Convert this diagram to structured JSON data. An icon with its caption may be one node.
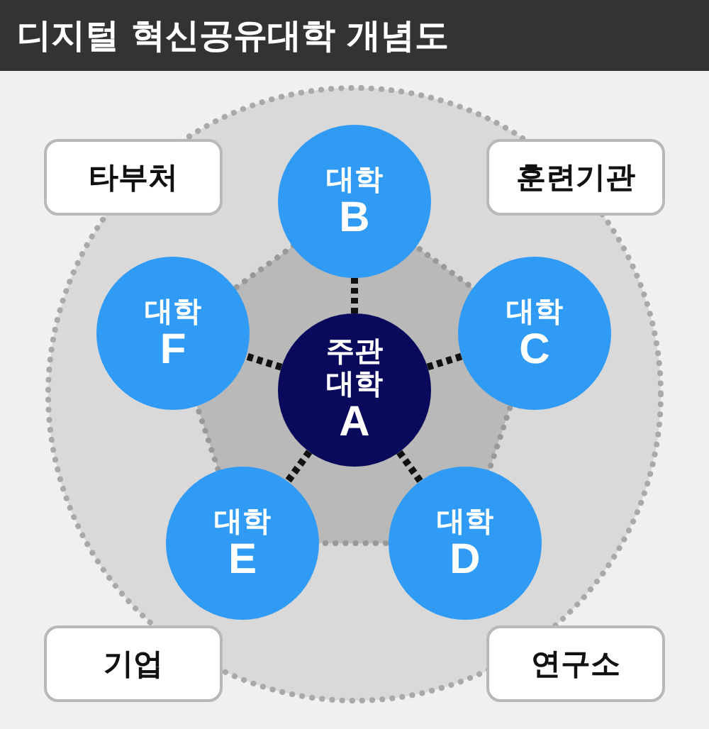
{
  "diagram": {
    "title": "디지털 혁신공유대학 개념도",
    "nodes": [
      {
        "text": [
          "타부처"
        ]
      },
      {
        "text": [
          "대학",
          "B"
        ]
      },
      {
        "text": [
          "훈련기관"
        ]
      },
      {
        "text": [
          "대학",
          "F"
        ]
      },
      {
        "text": [
          "주관 대학",
          "A"
        ]
      },
      {
        "text": [
          "대학",
          "C"
        ]
      },
      {
        "text": [
          "대학",
          "E"
        ]
      },
      {
        "text": [
          "대학",
          "D"
        ]
      },
      {
        "text": [
          "기업"
        ]
      },
      {
        "text": [
          "연구소"
        ]
      }
    ],
    "edges": [
      {
        "from": 4,
        "to": 1,
        "arrow": "none",
        "style": "dashed"
      },
      {
        "from": 4,
        "to": 5,
        "arrow": "none",
        "style": "dashed"
      },
      {
        "from": 4,
        "to": 7,
        "arrow": "none",
        "style": "dashed"
      },
      {
        "from": 4,
        "to": 6,
        "arrow": "none",
        "style": "dashed"
      },
      {
        "from": 4,
        "to": 3,
        "arrow": "none",
        "style": "dashed"
      }
    ]
  }
}
